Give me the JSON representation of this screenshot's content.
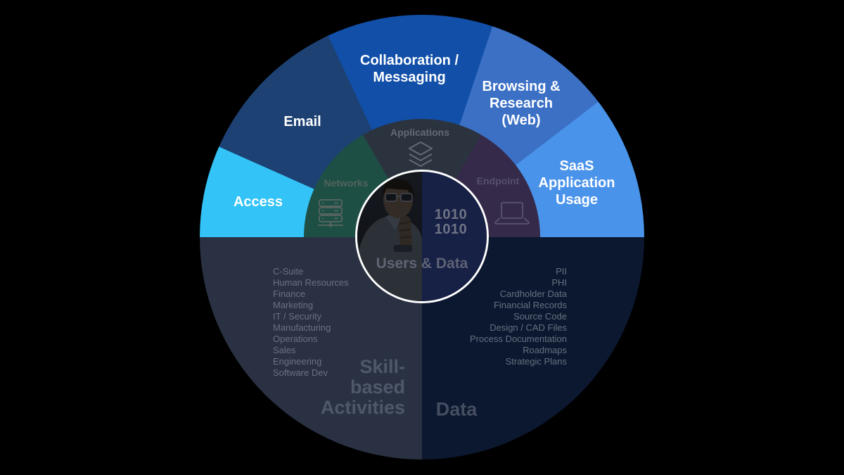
{
  "diagram": {
    "background": "#000000",
    "outer_ring": {
      "segments": [
        {
          "label": "Access",
          "color": "#33c3f6",
          "label_color": "#ffffff",
          "start_deg": 0,
          "end_deg": 24
        },
        {
          "label": "Email",
          "color": "#1d4173",
          "label_color": "#ffffff",
          "start_deg": 24,
          "end_deg": 65
        },
        {
          "label": "Collaboration /\nMessaging",
          "color": "#114fa8",
          "label_color": "#ffffff",
          "start_deg": 65,
          "end_deg": 108.5
        },
        {
          "label": "Browsing &\nResearch\n(Web)",
          "color": "#3b70c5",
          "label_color": "#ffffff",
          "start_deg": 108.5,
          "end_deg": 142.5
        },
        {
          "label": "SaaS\nApplication\nUsage",
          "color": "#4a93ea",
          "label_color": "#ffffff",
          "start_deg": 142.5,
          "end_deg": 180
        }
      ]
    },
    "inner_ring": {
      "segments": [
        {
          "label": "Networks",
          "icon": "server-icon",
          "color": "#1d4f45",
          "label_color": "#53635d",
          "start_deg": 0,
          "end_deg": 60
        },
        {
          "label": "Applications",
          "icon": "layers-icon",
          "color": "#2b333f",
          "label_color": "#636a75",
          "start_deg": 60,
          "end_deg": 120
        },
        {
          "label": "Endpoint",
          "icon": "laptop-icon",
          "color": "#352a4a",
          "label_color": "#564f6c",
          "start_deg": 120,
          "end_deg": 180
        }
      ]
    },
    "bottom_left": {
      "label": "Skill-\nbased\nActivities",
      "label_color": "#4e586a",
      "color": "#2a3143",
      "item_color": "#6a7181",
      "items": [
        "C-Suite",
        "Human Resources",
        "Finance",
        "Marketing",
        "IT / Security",
        "Manufacturing",
        "Operations",
        "Sales",
        "Engineering",
        "Software Dev"
      ]
    },
    "bottom_right": {
      "label": "Data",
      "label_color": "#454e61",
      "color": "#0c1830",
      "item_color": "#67707f",
      "items": [
        "PII",
        "PHI",
        "Cardholder Data",
        "Financial Records",
        "Source Code",
        "Design / CAD Files",
        "Process Documentation",
        "Roadmaps",
        "Strategic Plans"
      ]
    },
    "hub": {
      "label": "Users & Data",
      "label_color": "#5d6474",
      "binary": "1010\n1010",
      "binary_color": "#6e7384",
      "right_color": "#172045",
      "ring_color": "#ffffff"
    }
  }
}
